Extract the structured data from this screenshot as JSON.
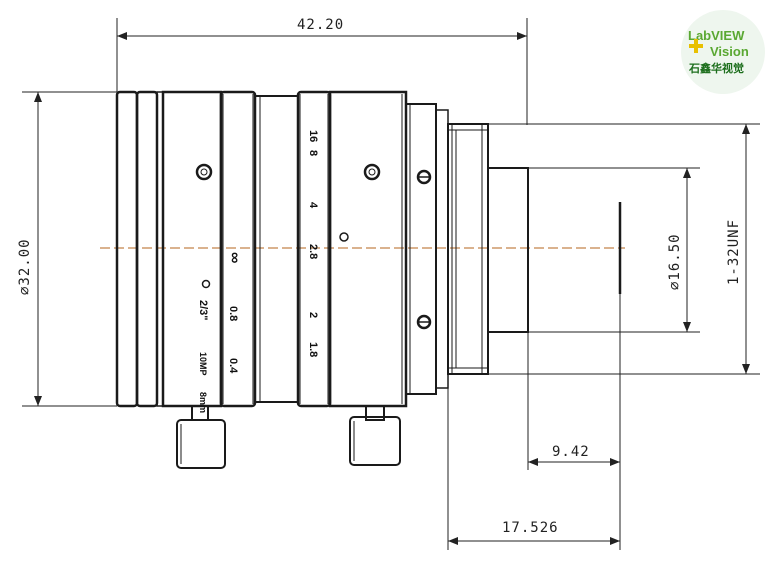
{
  "dimensions": {
    "total_length": "42.20",
    "body_diameter": "32.00",
    "mount_inner_diameter": "16.50",
    "thread": "1-32UNF",
    "flange_focal": "9.42",
    "back_focal": "17.526"
  },
  "focus_ring_labels": {
    "infinity": "∞",
    "near_1": "0.8",
    "near_2": "0.4"
  },
  "iris_ring_labels": [
    "16",
    "8",
    "4",
    "2.8",
    "2",
    "1.8"
  ],
  "lens_marks": {
    "format": "2/3\"",
    "resolution": "10MP",
    "focal": "8mm"
  },
  "logo": {
    "line1": "LabVIEW",
    "line2": "Vision",
    "line3": "石鑫华视觉",
    "plus": "+"
  },
  "colors": {
    "line": "#1a1a1a",
    "centerline": "#b5651d",
    "logo_green": "#5aa832",
    "logo_bg": "#eef6ee"
  }
}
